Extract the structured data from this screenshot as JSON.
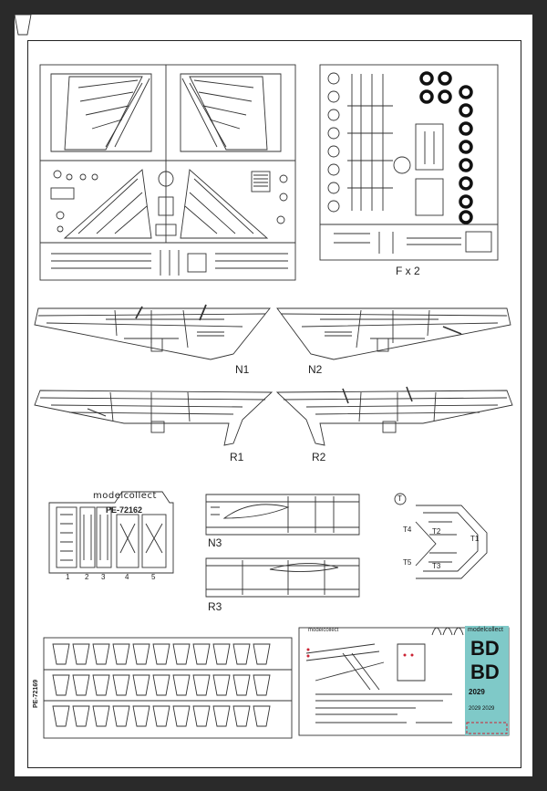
{
  "labels": {
    "sprue_f": "F x 2",
    "n1": "N1",
    "n2": "N2",
    "r1": "R1",
    "r2": "R2",
    "n3": "N3",
    "r3": "R3",
    "t": "T",
    "t1": "T1",
    "t2": "T2",
    "t3": "T3",
    "t4": "T4",
    "t5": "T5"
  },
  "pe_fret": {
    "brand": "modelcollect",
    "code": "PE-72162",
    "parts": [
      "1",
      "2",
      "3",
      "4",
      "5"
    ]
  },
  "mask_sheet": {
    "code": "PE-72169"
  },
  "decal_sheet": {
    "brand": "modelcollect",
    "code_large_1": "BD",
    "code_large_2": "BD",
    "serial_1": "2029",
    "serial_2": "2029 2029",
    "colors": {
      "panel": "#7fc9c8",
      "code": "#111111"
    }
  }
}
